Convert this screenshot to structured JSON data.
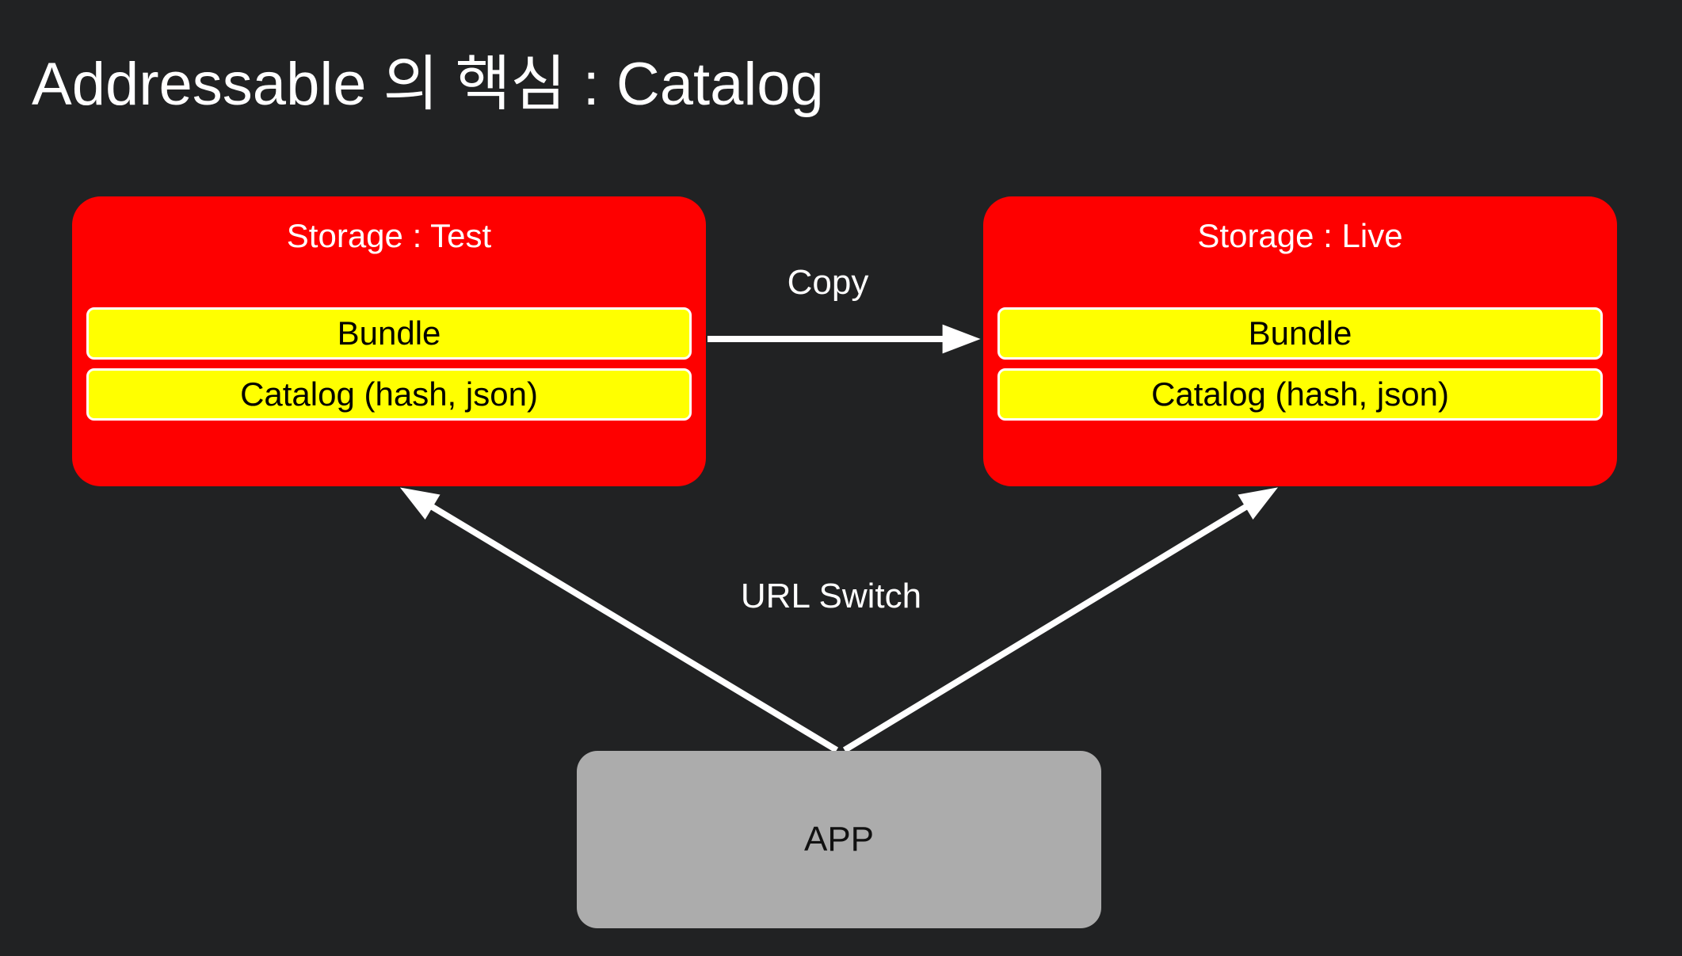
{
  "slide": {
    "title": "Addressable 의 핵심 : Catalog"
  },
  "colors": {
    "background": "#212223",
    "storage_box": "#fe0000",
    "item_bar": "#ffff00",
    "item_bar_border": "#ffffff",
    "app_box": "#acacac",
    "arrow": "#ffffff",
    "title_text": "#ffffff",
    "item_text": "#000000"
  },
  "storage_test": {
    "title": "Storage : Test",
    "items": [
      {
        "label": "Bundle"
      },
      {
        "label": "Catalog (hash, json)"
      }
    ]
  },
  "storage_live": {
    "title": "Storage : Live",
    "items": [
      {
        "label": "Bundle"
      },
      {
        "label": "Catalog (hash, json)"
      }
    ]
  },
  "arrows": {
    "copy_label": "Copy",
    "url_switch_label": "URL Switch"
  },
  "app": {
    "label": "APP"
  }
}
